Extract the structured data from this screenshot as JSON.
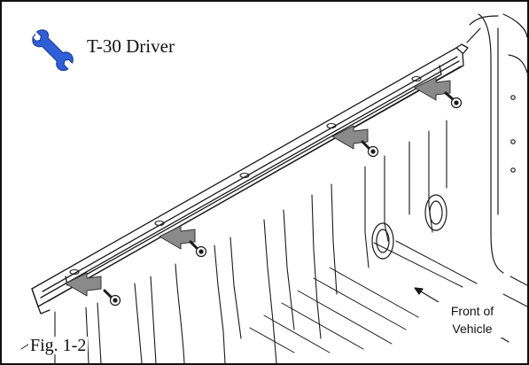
{
  "tool": {
    "icon": "wrench-icon",
    "icon_color": "#2f5fd6",
    "label": "T-30 Driver"
  },
  "figure": {
    "label": "Fig. 1-2"
  },
  "direction_note": {
    "line1": "Front of",
    "line2": "Vehicle"
  },
  "callouts": {
    "arrow_color": "#8a8a8a",
    "screw_count": 4
  }
}
